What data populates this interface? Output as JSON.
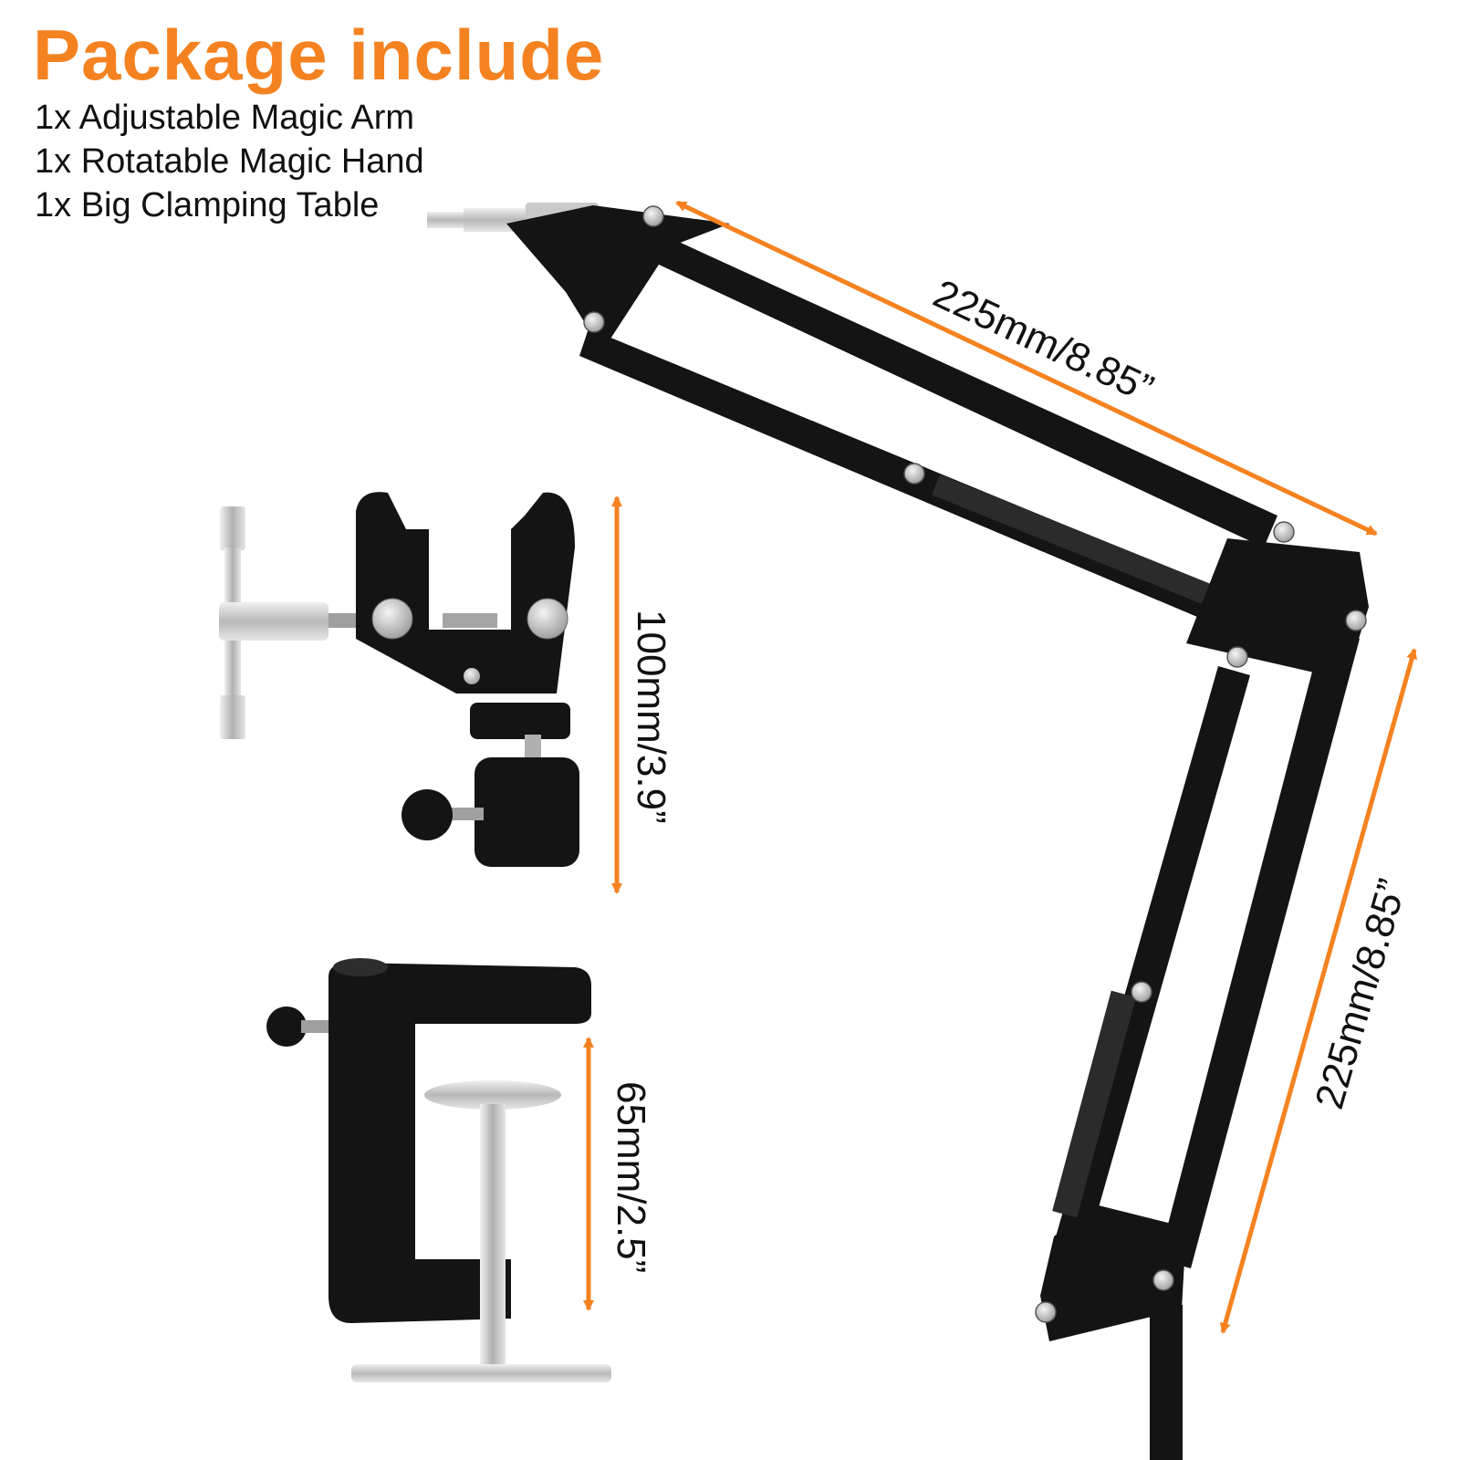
{
  "header": {
    "title": "Package include"
  },
  "items": [
    "1x Adjustable Magic Arm",
    "1x Rotatable Magic Hand",
    "1x Big Clamping Table"
  ],
  "dimensions": {
    "arm_upper": "225mm/8.85”",
    "arm_lower": "225mm/8.85”",
    "magic_hand": "100mm/3.9”",
    "table_clamp": "65mm/2.5”"
  },
  "colors": {
    "accent": "#f58220",
    "metal": "#111111",
    "silver": "#c8c8c8"
  }
}
